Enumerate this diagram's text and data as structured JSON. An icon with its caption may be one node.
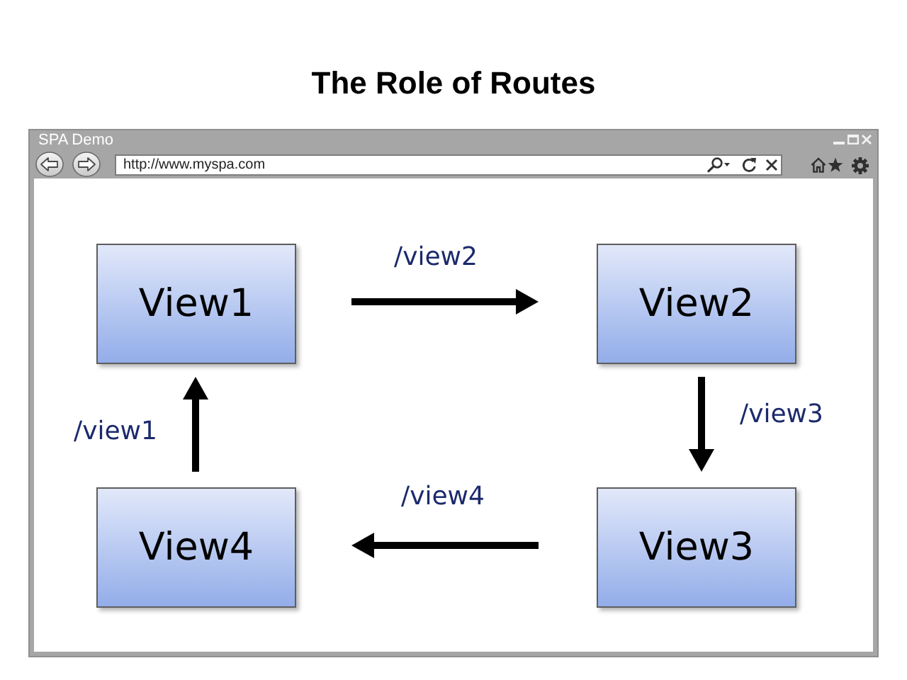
{
  "diagram": {
    "title": "The Role of Routes",
    "nodes": [
      {
        "text": [
          "SPA Demo"
        ]
      },
      {
        "text": [
          "View1"
        ],
        "in": 0
      },
      {
        "text": [
          "View2"
        ],
        "in": 0
      },
      {
        "text": [
          "View4"
        ],
        "in": 0
      },
      {
        "text": [
          "View3"
        ],
        "in": 0
      }
    ],
    "edges": [
      {
        "from": 1,
        "to": 2,
        "arrow": "to",
        "label": "/view2"
      },
      {
        "from": 2,
        "to": 4,
        "arrow": "to",
        "label": "/view3"
      },
      {
        "from": 4,
        "to": 3,
        "arrow": "to",
        "label": "/view4"
      },
      {
        "from": 3,
        "to": 1,
        "arrow": "to",
        "label": "/view1"
      }
    ],
    "labels": [
      "http://www.myspa.com"
    ]
  }
}
